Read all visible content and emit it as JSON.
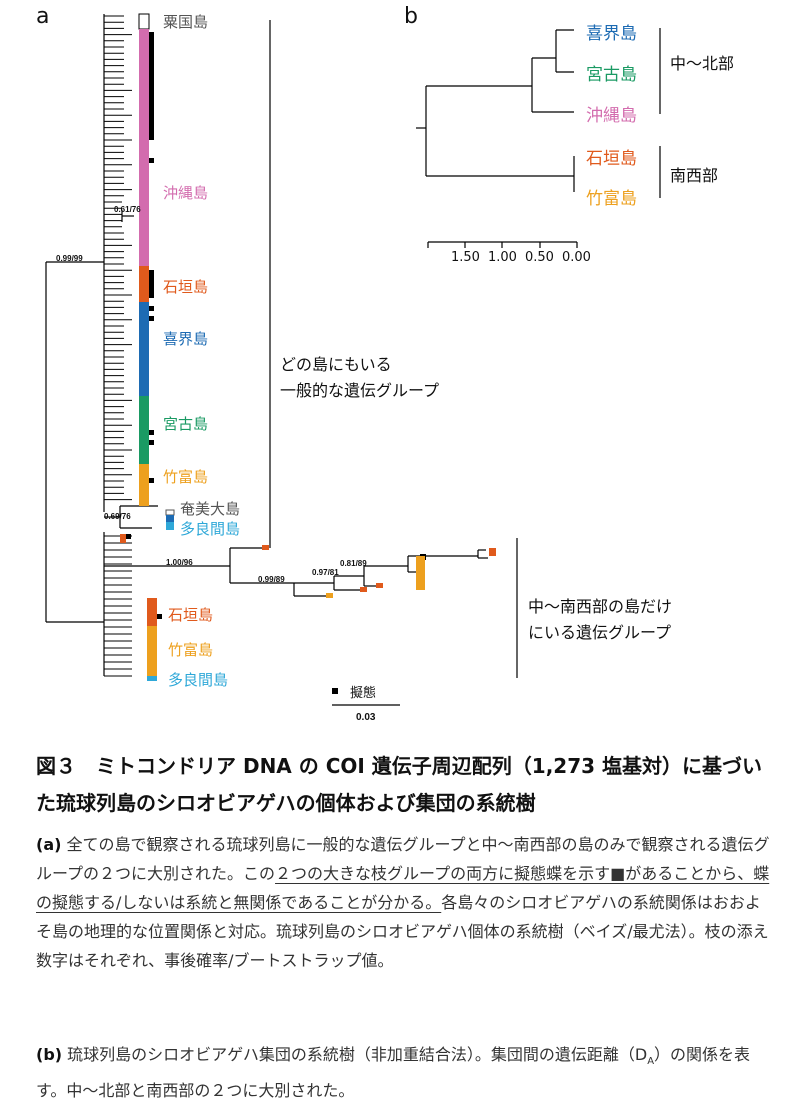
{
  "panel_a": {
    "letter": "a",
    "islands": {
      "awakuni": "粟国島",
      "okinawa": "沖縄島",
      "ishigaki_1": "石垣島",
      "kikai": "喜界島",
      "miyako": "宮古島",
      "taketomi_1": "竹富島",
      "amami": "奄美大島",
      "tarama_1": "多良間島",
      "ishigaki_2": "石垣島",
      "taketomi_2": "竹富島",
      "tarama_2": "多良間島"
    },
    "node_supports": {
      "n1": "0.99/99",
      "n2": "0.61/76",
      "n3": "0.69/76",
      "n4": "1.00/96",
      "n5": "0.99/89",
      "n6": "0.97/81",
      "n7": "0.81/89"
    },
    "group_common": [
      "どの島にもいる",
      "一般的な遺伝グループ"
    ],
    "group_south": [
      "中〜南西部の島だけ",
      "にいる遺伝グループ"
    ],
    "legend_mimicry": "擬態",
    "scale_value": "0.03"
  },
  "panel_b": {
    "letter": "b",
    "islands": {
      "kikai": "喜界島",
      "miyako": "宮古島",
      "okinawa": "沖縄島",
      "ishigaki": "石垣島",
      "taketomi": "竹富島"
    },
    "group_north": "中〜北部",
    "group_south": "南西部",
    "axis_ticks": [
      "1.50",
      "1.00",
      "0.50",
      "0.00"
    ]
  },
  "colors": {
    "okinawa": "#d36cae",
    "ishigaki": "#e05a1c",
    "kikai": "#1d6bb3",
    "miyako": "#1a9a63",
    "taketomi": "#eda01e",
    "tarama": "#2fa8d8",
    "amami": "#555555",
    "mimicry": "#000000"
  },
  "caption": {
    "title": "図３　ミトコンドリア DNA の COI 遺伝子周辺配列（1,273 塩基対）に基づいた琉球列島のシロオビアゲハの個体および集団の系統樹",
    "a_label": "(a)",
    "a_text_1": "全ての島で観察される琉球列島に一般的な遺伝グループと中〜南西部の島のみで観察される遺伝グループの２つに大別された。この",
    "a_text_underline": "２つの大きな枝グループの両方に擬態蝶を示す■があることから、蝶の擬態する/しないは系統と無関係であることが分かる。",
    "a_text_2": "各島々のシロオビアゲハの系統関係はおおよそ島の地理的な位置関係と対応。琉球列島のシロオビアゲハ個体の系統樹（ベイズ/最尤法）。枝の添え数字はそれぞれ、事後確率/ブートストラップ値。",
    "b_label": "(b)",
    "b_text": "琉球列島のシロオビアゲハ集団の系統樹（非加重結合法）。集団間の遺伝距離（D",
    "b_sub": "A",
    "b_text_2": "）の関係を表す。中〜北部と南西部の２つに大別された。"
  }
}
